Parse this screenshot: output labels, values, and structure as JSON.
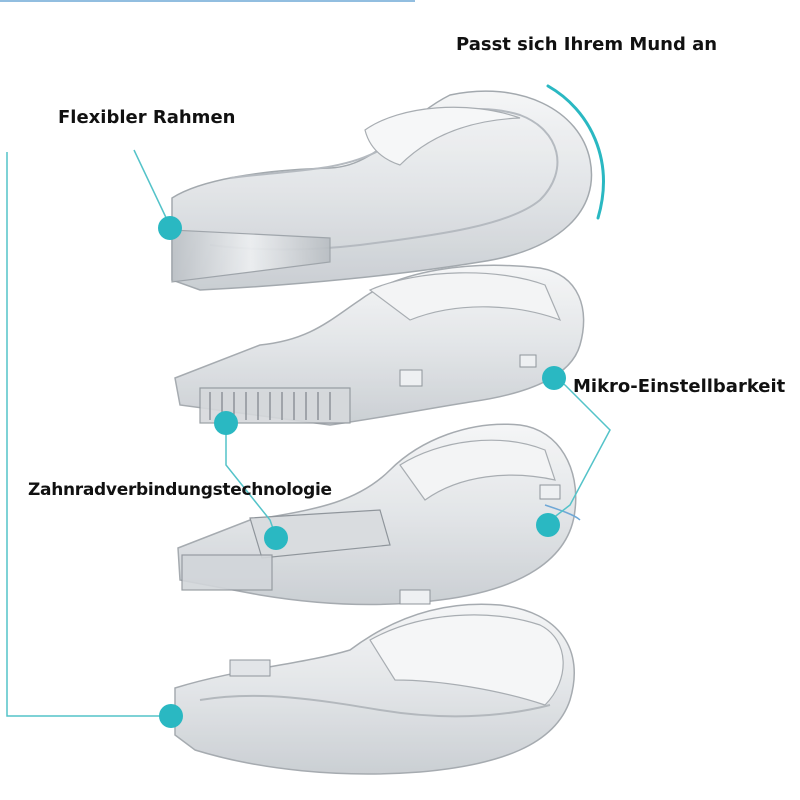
{
  "callouts": {
    "fits_mouth": "Passt sich Ihrem Mund an",
    "flexible_frame": "Flexibler Rahmen",
    "micro_adjust": "Mikro-Einstellbarkeit",
    "gear_connection": "Zahnradverbindungstechnologie"
  },
  "colors": {
    "accent_teal": "#2ab8c2",
    "leader_line": "#54c3c9",
    "plastic_edge": "#9aa0a6",
    "plastic_fill": "#e8eaec",
    "plastic_shade": "#c9cdd1",
    "text": "#111111"
  },
  "icons": [
    "callout-dot",
    "curved-arc-indicator"
  ]
}
